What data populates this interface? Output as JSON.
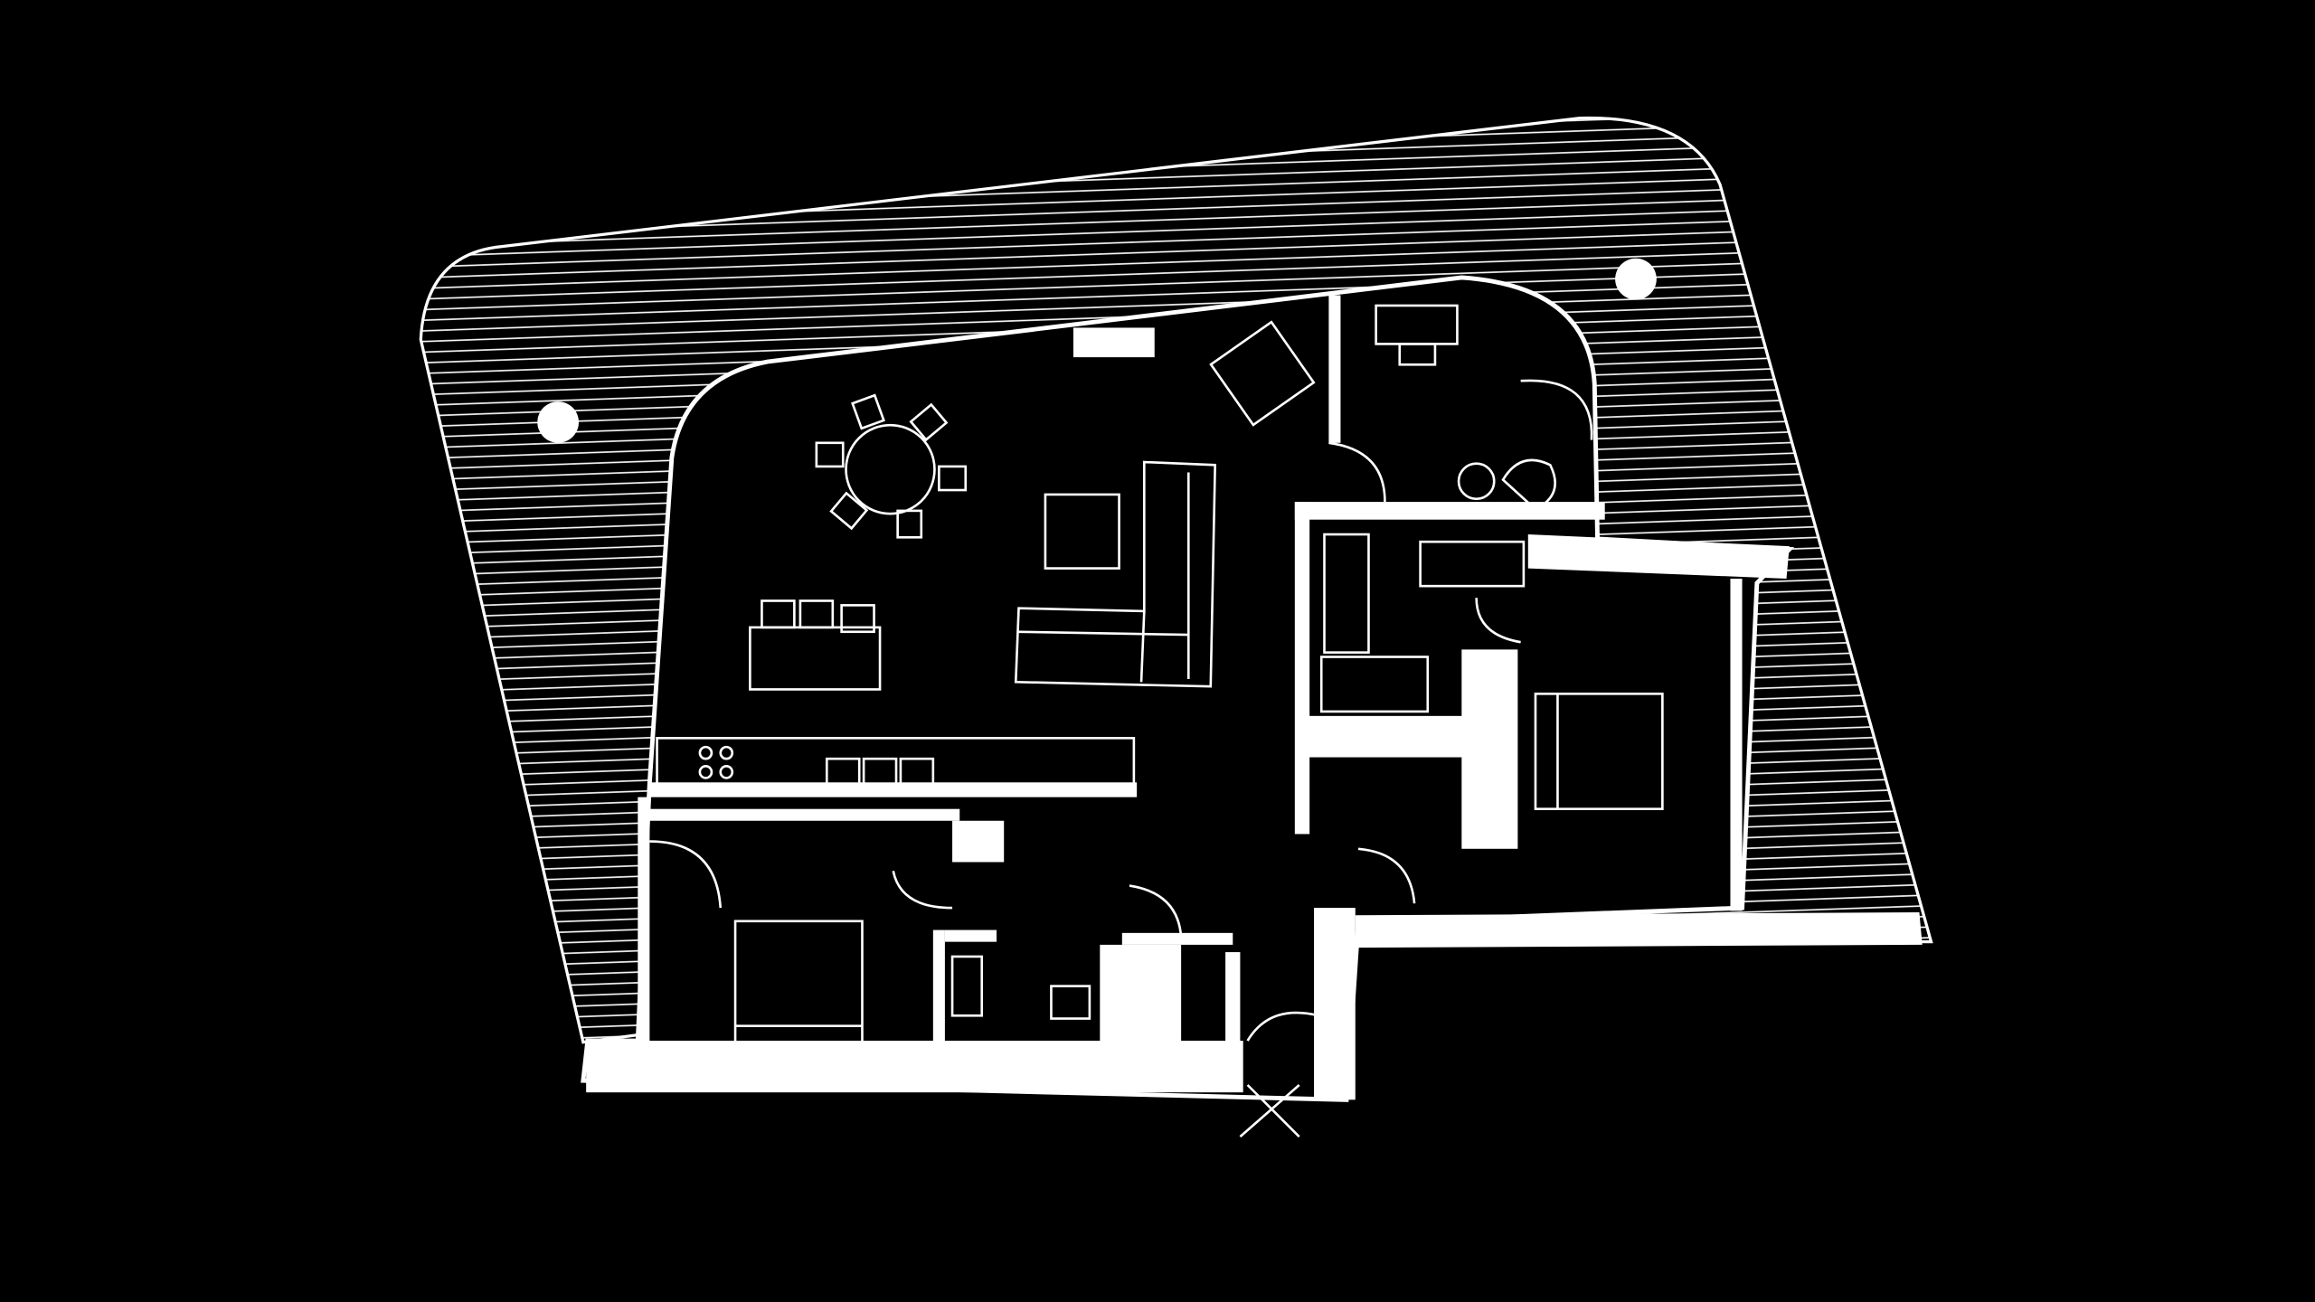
{
  "floor_plan": {
    "background_color": "#000000",
    "line_color": "#ffffff",
    "rooms": [
      "living-dining",
      "kitchen",
      "study",
      "bathroom",
      "bedroom-right",
      "bedroom-left",
      "wc",
      "entrance"
    ],
    "furniture": [
      "round-dining-table",
      "dining-bench-table",
      "sofa",
      "coffee-table",
      "armchair",
      "desk",
      "double-bed",
      "bathtub",
      "kitchen-counter"
    ]
  }
}
